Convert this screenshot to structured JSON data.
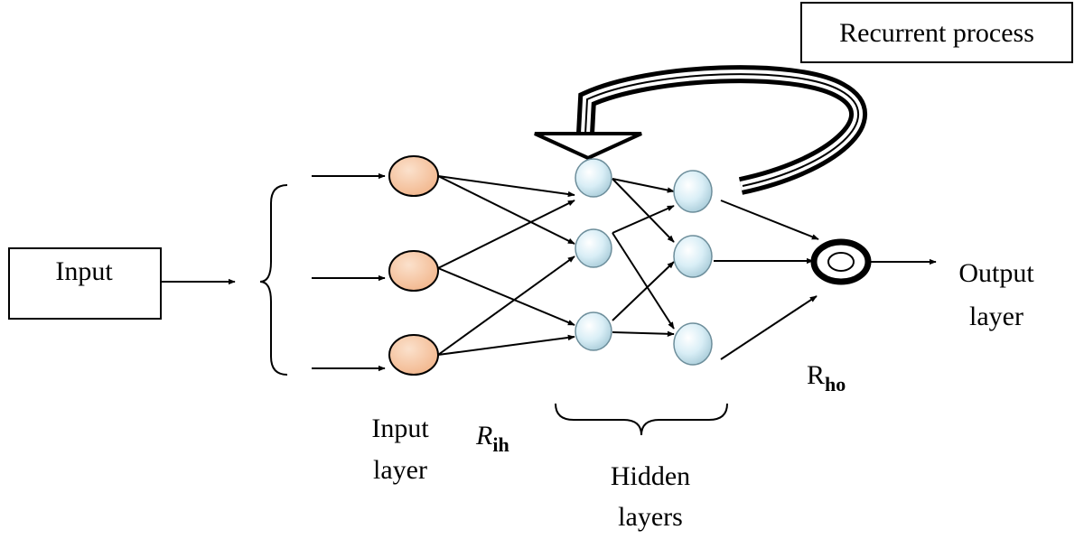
{
  "labels": {
    "recurrent_process": "Recurrent process",
    "input": "Input",
    "input_layer_line1": "Input",
    "input_layer_line2": "layer",
    "r_ih_main": "R",
    "r_ih_sub": "ih",
    "hidden_line1": "Hidden",
    "hidden_line2": "layers",
    "r_ho_main": "R",
    "r_ho_sub": "ho",
    "output_line1": "Output",
    "output_line2": "layer"
  },
  "colors": {
    "input_node": "#f6c7a2",
    "hidden_node": "#d9eef6",
    "output_node": "#000000"
  }
}
